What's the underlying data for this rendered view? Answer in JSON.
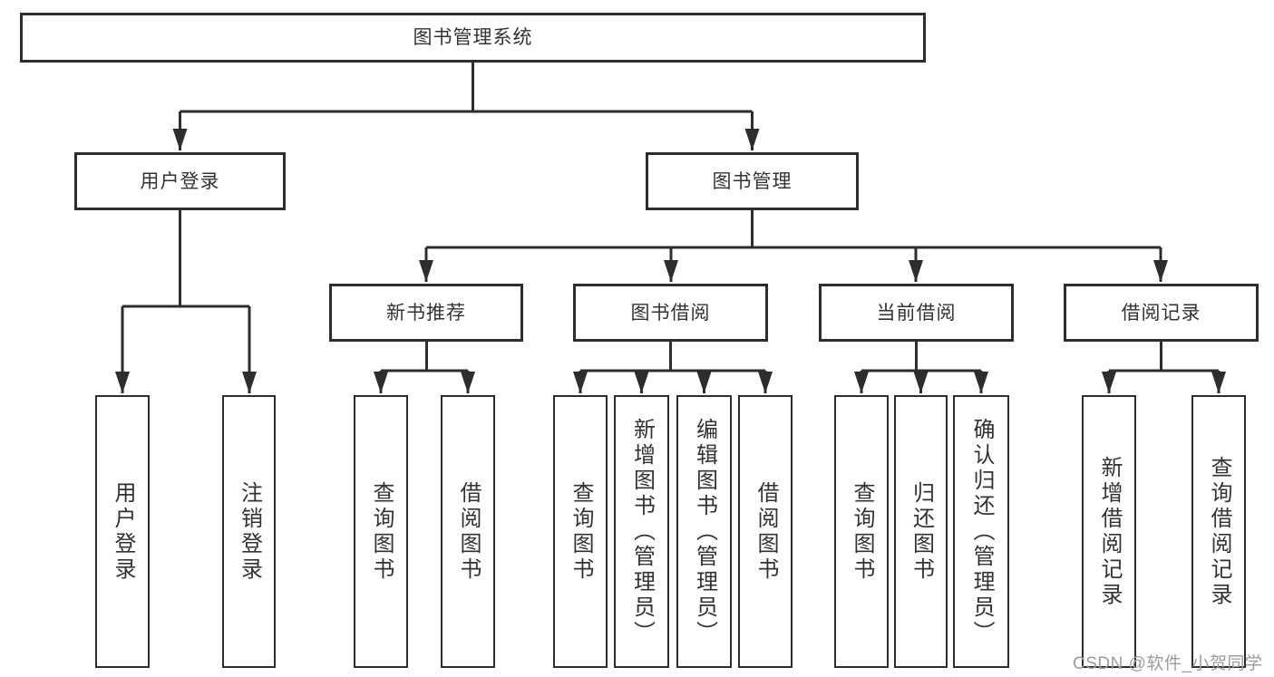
{
  "diagram": {
    "root": {
      "label": "图书管理系统"
    },
    "children": [
      {
        "label": "用户登录",
        "children": [
          {
            "label": "用户登录"
          },
          {
            "label": "注销登录"
          }
        ]
      },
      {
        "label": "图书管理",
        "children": [
          {
            "label": "新书推荐",
            "children": [
              {
                "label": "查询图书"
              },
              {
                "label": "借阅图书"
              }
            ]
          },
          {
            "label": "图书借阅",
            "children": [
              {
                "label": "查询图书"
              },
              {
                "label": "新增图书（管理员）"
              },
              {
                "label": "编辑图书（管理员）"
              },
              {
                "label": "借阅图书"
              }
            ]
          },
          {
            "label": "当前借阅",
            "children": [
              {
                "label": "查询图书"
              },
              {
                "label": "归还图书"
              },
              {
                "label": "确认归还（管理员）"
              }
            ]
          },
          {
            "label": "借阅记录",
            "children": [
              {
                "label": "新增借阅记录"
              },
              {
                "label": "查询借阅记录"
              }
            ]
          }
        ]
      }
    ]
  },
  "watermark": {
    "text": "CSDN @软件_小贺同学"
  },
  "colors": {
    "line": "#2d2d2d",
    "text": "#333333",
    "watermark": "#9c9c9c",
    "background": "#ffffff"
  }
}
